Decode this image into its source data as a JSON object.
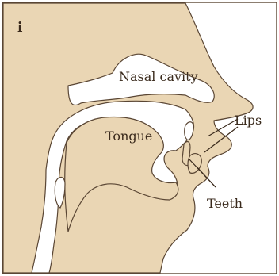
{
  "diagram": {
    "panel_letter": "i",
    "labels": {
      "nasal_cavity": "Nasal cavity",
      "tongue": "Tongue",
      "lips": "Lips",
      "teeth": "Teeth"
    },
    "colors": {
      "tissue": "#ead6b4",
      "cavity": "#ffffff",
      "outline": "#5a4634",
      "text": "#3a2a1c",
      "background": "#ffffff"
    }
  }
}
